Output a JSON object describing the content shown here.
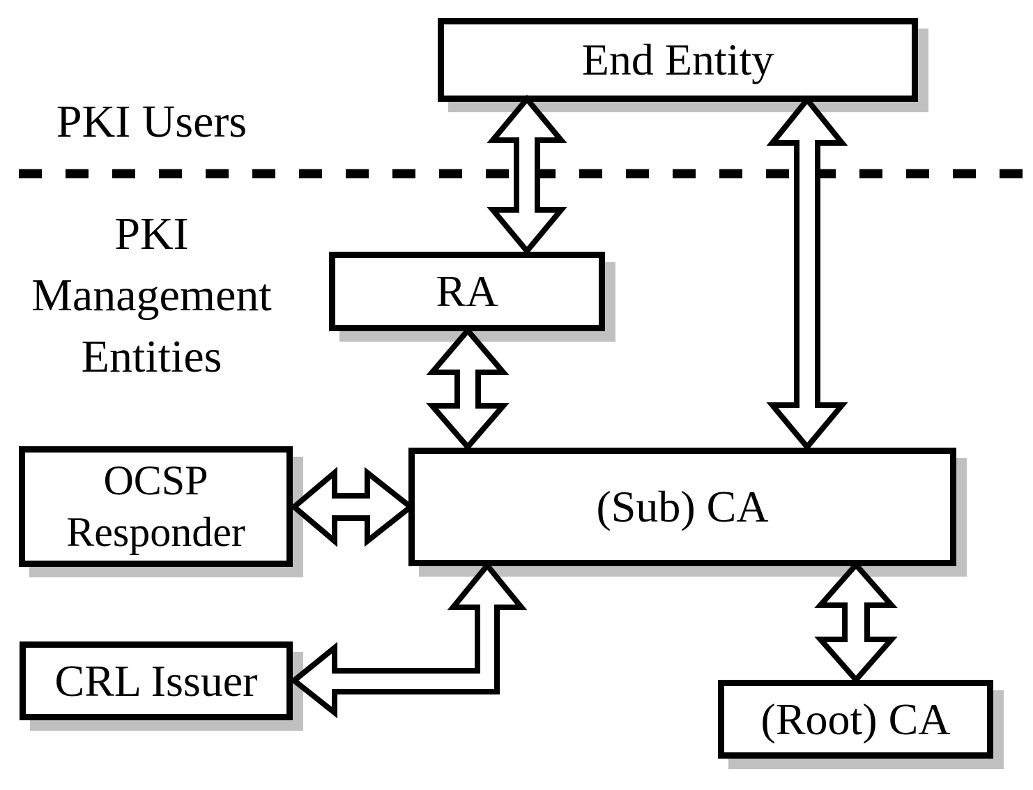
{
  "diagram_title": "PKI entities diagram",
  "colors": {
    "line": "#000000",
    "box_fill": "#ffffff",
    "shadow": "#c0c0c0",
    "background": "#ffffff"
  },
  "regions": {
    "above_divider_label": "PKI Users",
    "below_divider_label": "PKI Management Entities",
    "below_divider_label_lines": [
      "PKI",
      "Management",
      "Entities"
    ],
    "divider_style": "dashed"
  },
  "nodes": {
    "end_entity": {
      "label": "End Entity"
    },
    "ra": {
      "label": "RA"
    },
    "ocsp_responder": {
      "label": "OCSP Responder",
      "lines": [
        "OCSP",
        "Responder"
      ]
    },
    "sub_ca": {
      "label": "(Sub) CA"
    },
    "crl_issuer": {
      "label": "CRL Issuer"
    },
    "root_ca": {
      "label": "(Root) CA"
    }
  },
  "edges": [
    {
      "from": "end_entity",
      "to": "ra",
      "type": "double-headed-arrow"
    },
    {
      "from": "end_entity",
      "to": "sub_ca",
      "type": "double-headed-arrow"
    },
    {
      "from": "ra",
      "to": "sub_ca",
      "type": "double-headed-arrow"
    },
    {
      "from": "ocsp_responder",
      "to": "sub_ca",
      "type": "double-headed-arrow"
    },
    {
      "from": "sub_ca",
      "to": "crl_issuer",
      "type": "elbow-double-headed-arrow"
    },
    {
      "from": "sub_ca",
      "to": "root_ca",
      "type": "double-headed-arrow"
    }
  ]
}
